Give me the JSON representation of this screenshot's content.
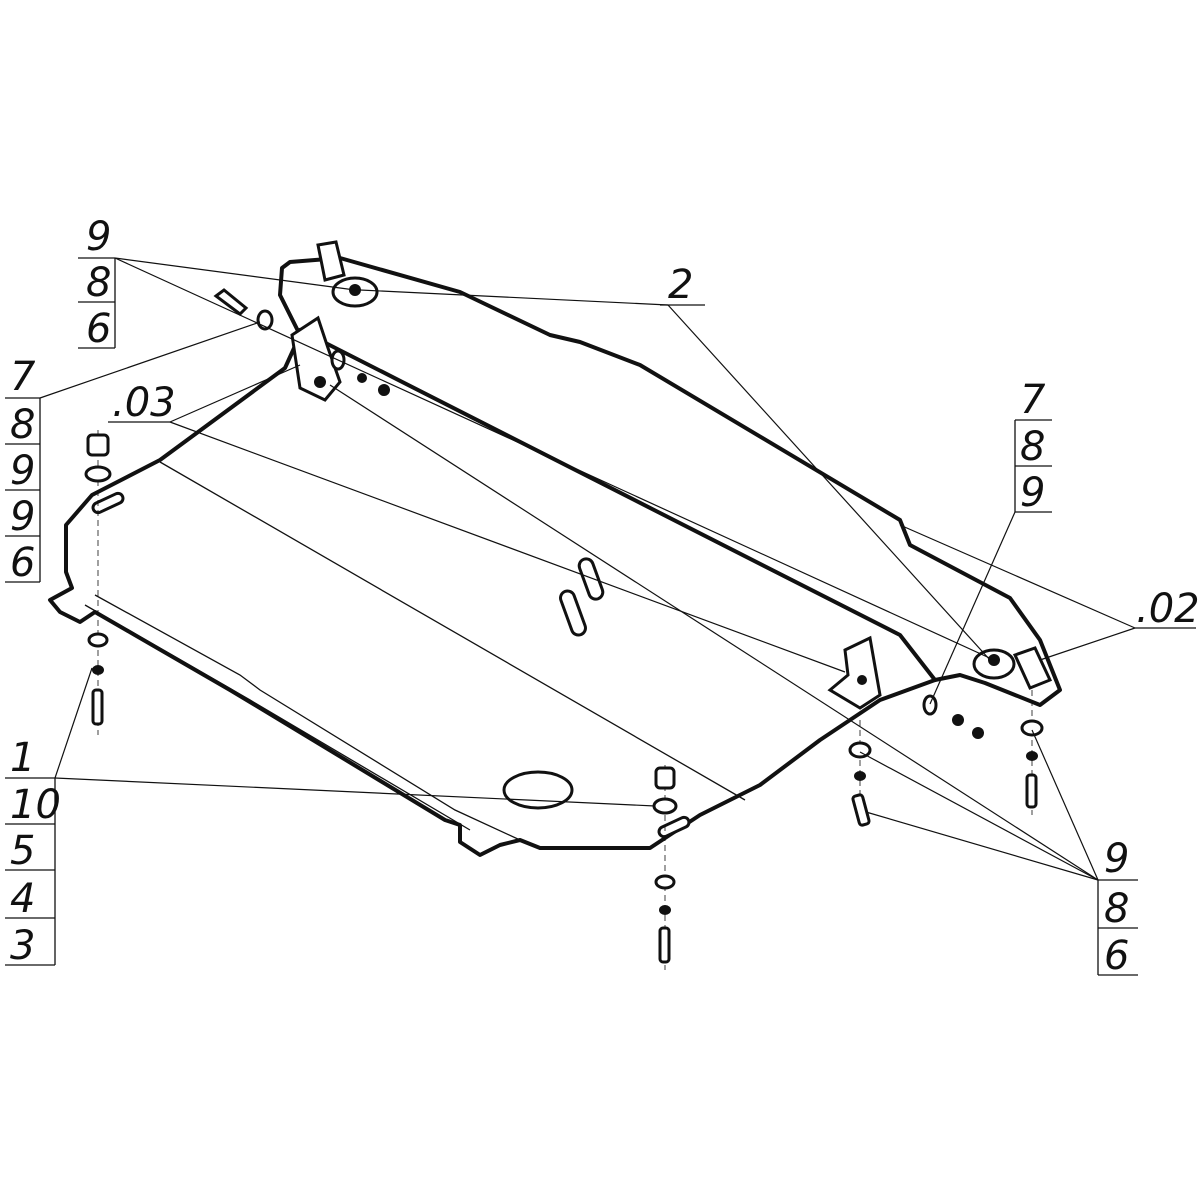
{
  "callouts": {
    "top_left": [
      "9",
      "8",
      "6"
    ],
    "left_mid": [
      "7",
      "8",
      "9",
      "9",
      "6"
    ],
    "bottom_left": [
      "1",
      "10",
      "5",
      "4",
      "3"
    ],
    "right_mid": [
      "7",
      "8",
      "9"
    ],
    "bottom_right": [
      "9",
      "8",
      "6"
    ]
  },
  "labels": {
    "part_2": "2",
    "part_03": ".03",
    "part_02": ".02"
  },
  "colors": {
    "line": "#111111",
    "background": "#ffffff"
  }
}
